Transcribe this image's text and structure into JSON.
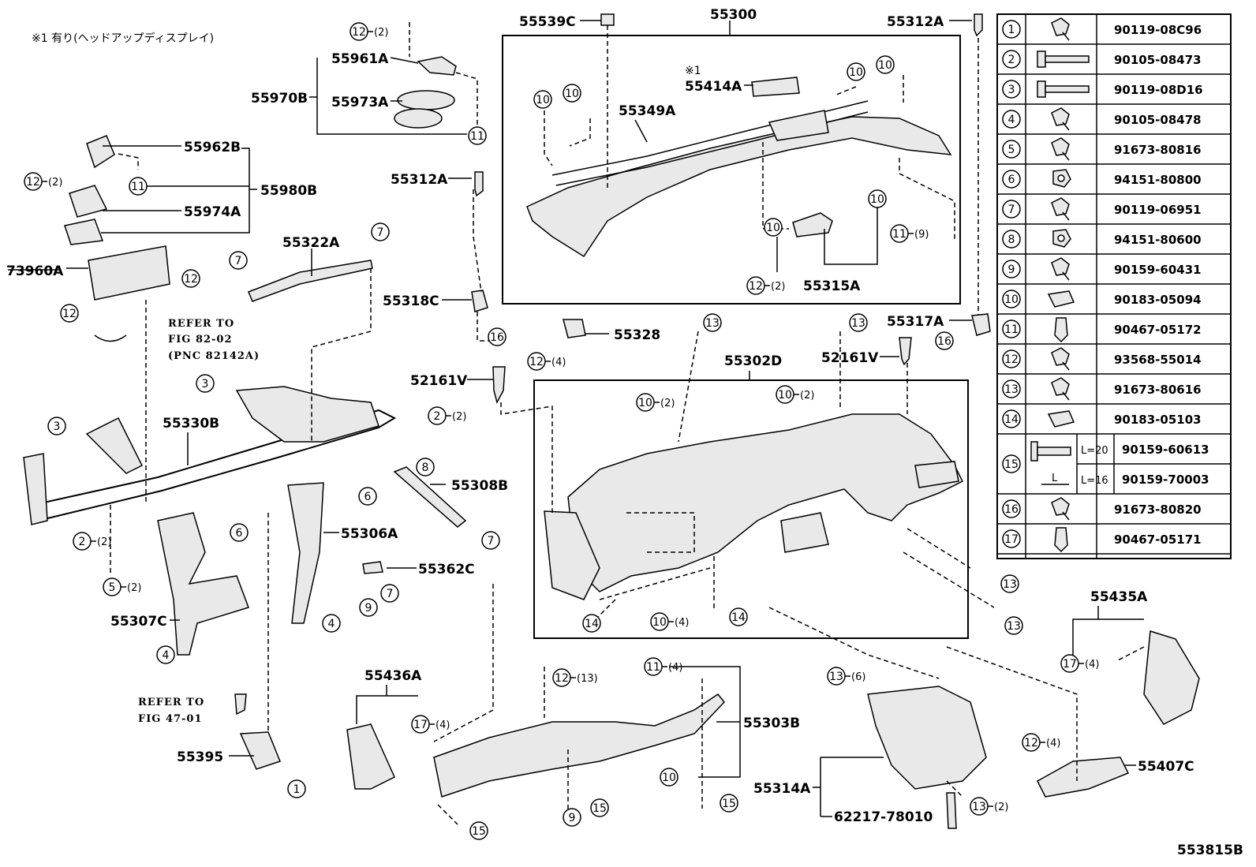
{
  "note_text": "※1  有り(ヘッドアップディスプレイ)",
  "figure_code": "553815B",
  "refs": {
    "fig82": [
      "REFER TO",
      "FIG 82-02",
      "(PNC 82142A)"
    ],
    "fig47": [
      "REFER TO",
      "FIG 47-01"
    ],
    "mark_55414A": "※1"
  },
  "labels": [
    {
      "id": "55539C",
      "text": "55539C"
    },
    {
      "id": "55300",
      "text": "55300"
    },
    {
      "id": "55312A_top",
      "text": "55312A"
    },
    {
      "id": "55961A",
      "text": "55961A"
    },
    {
      "id": "55970B",
      "text": "55970B"
    },
    {
      "id": "55973A",
      "text": "55973A"
    },
    {
      "id": "55962B",
      "text": "55962B"
    },
    {
      "id": "55980B",
      "text": "55980B"
    },
    {
      "id": "55974A",
      "text": "55974A"
    },
    {
      "id": "55414A",
      "text": "55414A"
    },
    {
      "id": "55349A",
      "text": "55349A"
    },
    {
      "id": "55312A_mid",
      "text": "55312A"
    },
    {
      "id": "55322A",
      "text": "55322A"
    },
    {
      "id": "73960A",
      "text": "73960A"
    },
    {
      "id": "55315A",
      "text": "55315A"
    },
    {
      "id": "55318C",
      "text": "55318C"
    },
    {
      "id": "55317A",
      "text": "55317A"
    },
    {
      "id": "55328",
      "text": "55328"
    },
    {
      "id": "52161V_left",
      "text": "52161V"
    },
    {
      "id": "52161V_right",
      "text": "52161V"
    },
    {
      "id": "55302D",
      "text": "55302D"
    },
    {
      "id": "55330B",
      "text": "55330B"
    },
    {
      "id": "55308B",
      "text": "55308B"
    },
    {
      "id": "55306A",
      "text": "55306A"
    },
    {
      "id": "55362C",
      "text": "55362C"
    },
    {
      "id": "55307C",
      "text": "55307C"
    },
    {
      "id": "55435A",
      "text": "55435A"
    },
    {
      "id": "55436A",
      "text": "55436A"
    },
    {
      "id": "55303B",
      "text": "55303B"
    },
    {
      "id": "55314A",
      "text": "55314A"
    },
    {
      "id": "55407C",
      "text": "55407C"
    },
    {
      "id": "55395",
      "text": "55395"
    },
    {
      "id": "62217",
      "text": "62217-78010"
    }
  ],
  "callouts": [
    {
      "n": "12",
      "q": "(2)"
    },
    {
      "n": "11",
      "q": ""
    },
    {
      "n": "12",
      "q": "(2)"
    },
    {
      "n": "11",
      "q": ""
    },
    {
      "n": "12",
      "q": ""
    },
    {
      "n": "12",
      "q": ""
    },
    {
      "n": "7",
      "q": ""
    },
    {
      "n": "7",
      "q": ""
    },
    {
      "n": "10",
      "q": ""
    },
    {
      "n": "10",
      "q": ""
    },
    {
      "n": "10",
      "q": ""
    },
    {
      "n": "10",
      "q": ""
    },
    {
      "n": "11",
      "q": "(9)"
    },
    {
      "n": "10",
      "q": ""
    },
    {
      "n": "10",
      "q": ""
    },
    {
      "n": "12",
      "q": "(2)"
    },
    {
      "n": "16",
      "q": ""
    },
    {
      "n": "12",
      "q": "(4)"
    },
    {
      "n": "13",
      "q": ""
    },
    {
      "n": "13",
      "q": ""
    },
    {
      "n": "16",
      "q": ""
    },
    {
      "n": "3",
      "q": ""
    },
    {
      "n": "3",
      "q": ""
    },
    {
      "n": "2",
      "q": "(2)"
    },
    {
      "n": "8",
      "q": ""
    },
    {
      "n": "6",
      "q": ""
    },
    {
      "n": "6",
      "q": ""
    },
    {
      "n": "7",
      "q": ""
    },
    {
      "n": "2",
      "q": "(2)"
    },
    {
      "n": "5",
      "q": "(2)"
    },
    {
      "n": "9",
      "q": ""
    },
    {
      "n": "7",
      "q": ""
    },
    {
      "n": "4",
      "q": ""
    },
    {
      "n": "4",
      "q": ""
    },
    {
      "n": "10",
      "q": "(2)"
    },
    {
      "n": "10",
      "q": "(2)"
    },
    {
      "n": "14",
      "q": ""
    },
    {
      "n": "10",
      "q": "(4)"
    },
    {
      "n": "14",
      "q": ""
    },
    {
      "n": "13",
      "q": ""
    },
    {
      "n": "13",
      "q": ""
    },
    {
      "n": "17",
      "q": "(4)"
    },
    {
      "n": "12",
      "q": "(13)"
    },
    {
      "n": "11",
      "q": "(4)"
    },
    {
      "n": "13",
      "q": "(6)"
    },
    {
      "n": "17",
      "q": "(4)"
    },
    {
      "n": "12",
      "q": "(4)"
    },
    {
      "n": "10",
      "q": ""
    },
    {
      "n": "15",
      "q": ""
    },
    {
      "n": "15",
      "q": ""
    },
    {
      "n": "9",
      "q": ""
    },
    {
      "n": "15",
      "q": ""
    },
    {
      "n": "13",
      "q": "(2)"
    },
    {
      "n": "1",
      "q": ""
    }
  ],
  "fastener_table": [
    {
      "n": "1",
      "part": "90119-08C96",
      "icon": "bolt-icon"
    },
    {
      "n": "2",
      "part": "90105-08473",
      "icon": "long-bolt-icon"
    },
    {
      "n": "3",
      "part": "90119-08D16",
      "icon": "long-bolt-icon"
    },
    {
      "n": "4",
      "part": "90105-08478",
      "icon": "bolt-icon"
    },
    {
      "n": "5",
      "part": "91673-80816",
      "icon": "bolt-icon"
    },
    {
      "n": "6",
      "part": "94151-80800",
      "icon": "nut-icon"
    },
    {
      "n": "7",
      "part": "90119-06951",
      "icon": "bolt-icon"
    },
    {
      "n": "8",
      "part": "94151-80600",
      "icon": "nut-icon"
    },
    {
      "n": "9",
      "part": "90159-60431",
      "icon": "bolt-icon"
    },
    {
      "n": "10",
      "part": "90183-05094",
      "icon": "clip-nut-icon"
    },
    {
      "n": "11",
      "part": "90467-05172",
      "icon": "clip-icon"
    },
    {
      "n": "12",
      "part": "93568-55014",
      "icon": "bolt-icon"
    },
    {
      "n": "13",
      "part": "91673-80616",
      "icon": "bolt-icon"
    },
    {
      "n": "14",
      "part": "90183-05103",
      "icon": "clip-nut-icon"
    },
    {
      "n": "15",
      "part": "",
      "icon": "flange-bolt-icon",
      "variants": [
        {
          "len": "L=20",
          "part": "90159-60613"
        },
        {
          "len": "L=16",
          "part": "90159-70003"
        }
      ],
      "dim_label": "L"
    },
    {
      "n": "16",
      "part": "91673-80820",
      "icon": "bolt-icon"
    },
    {
      "n": "17",
      "part": "90467-05171",
      "icon": "clip-icon"
    }
  ]
}
